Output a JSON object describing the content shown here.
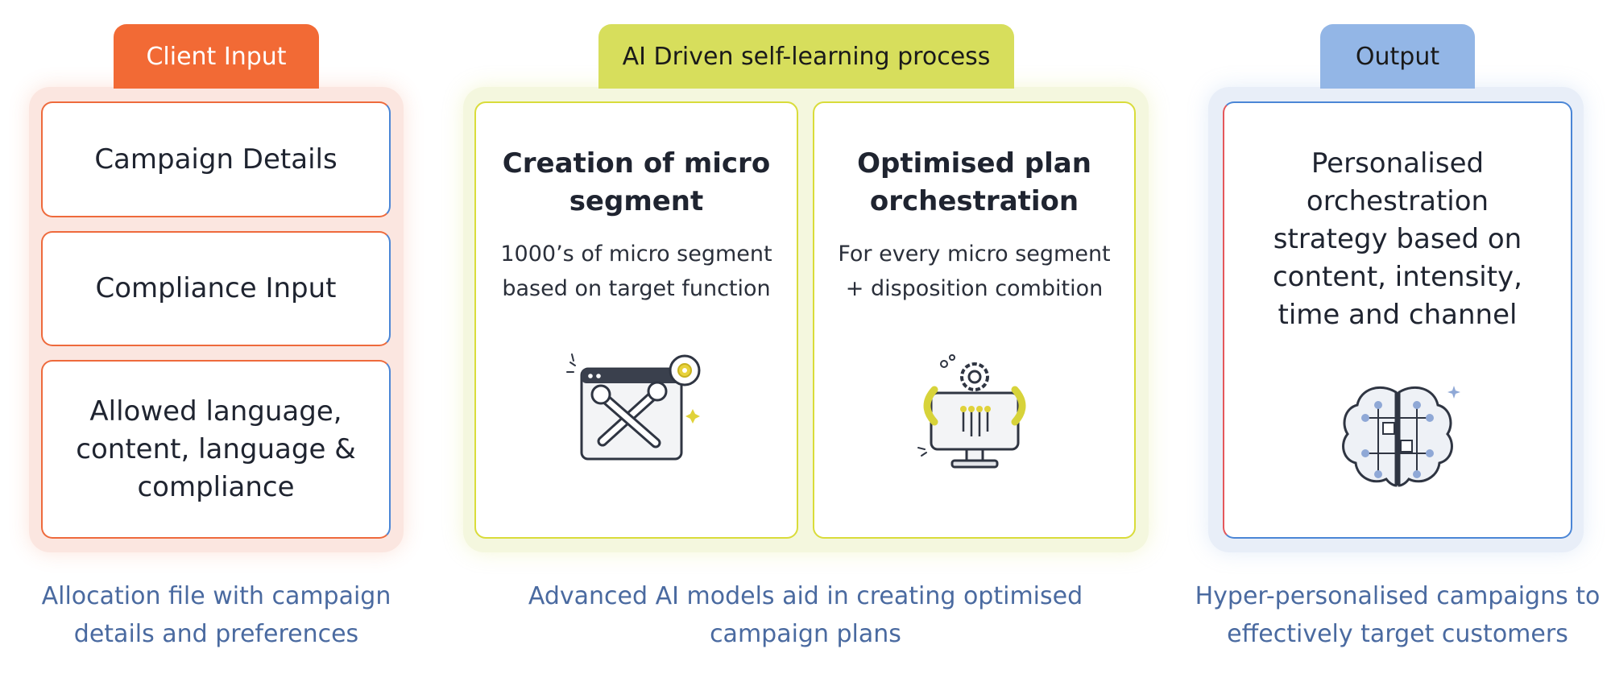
{
  "client": {
    "tab_label": "Client Input",
    "items": [
      {
        "lines": [
          "Campaign Details"
        ]
      },
      {
        "lines": [
          "Compliance Input"
        ]
      },
      {
        "lines": [
          "Allowed language,",
          "content, language &",
          "compliance"
        ]
      }
    ],
    "caption_lines": [
      "Allocation file with campaign",
      "details and preferences"
    ]
  },
  "ai": {
    "tab_label": "AI Driven self-learning process",
    "cards": [
      {
        "title_lines": [
          "Creation of micro",
          "segment"
        ],
        "desc_lines": [
          "1000’s of micro segment",
          "based on target function"
        ],
        "icon": "tools-window-icon"
      },
      {
        "title_lines": [
          "Optimised plan",
          "orchestration"
        ],
        "desc_lines": [
          "For every micro segment",
          "+ disposition combition"
        ],
        "icon": "monitor-gear-icon"
      }
    ],
    "caption_lines": [
      "Advanced AI models aid in creating optimised",
      "campaign plans"
    ]
  },
  "output": {
    "tab_label": "Output",
    "text_lines": [
      "Personalised",
      "orchestration",
      "strategy based on",
      "content, intensity,",
      "time and channel"
    ],
    "icon": "brain-circuit-icon",
    "caption_lines": [
      "Hyper-personalised campaigns to",
      "effectively target customers"
    ]
  },
  "colors": {
    "client_accent": "#f26a35",
    "ai_accent": "#d7de5c",
    "output_accent": "#93b6e6",
    "caption_text": "#4a6aa0"
  }
}
